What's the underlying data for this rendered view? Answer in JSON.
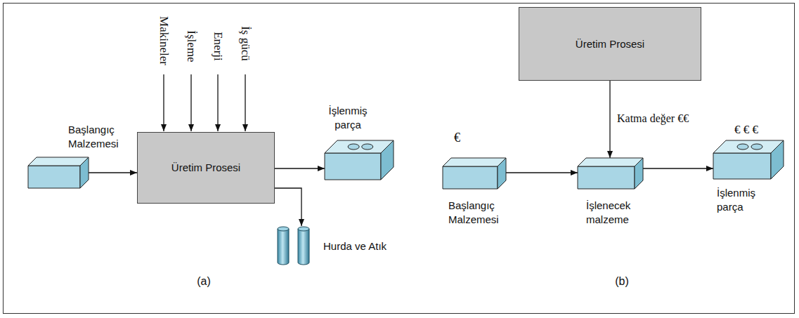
{
  "diagram": {
    "nodes": [
      {
        "text": [
          "Başlangıç Malzemesi"
        ]
      },
      {
        "text": [
          "Üretim Prosesi"
        ]
      },
      {
        "text": [
          "İşlenmiş parça"
        ]
      },
      {
        "text": [
          "Hurda ve Atık"
        ]
      },
      {
        "text": [
          "Üretim Prosesi"
        ]
      },
      {
        "text": [
          "€",
          "Başlangıç Malzemesi"
        ]
      },
      {
        "text": [
          "İşlenecek malzeme"
        ]
      },
      {
        "text": [
          "€ € €",
          "İşlenmiş parça"
        ]
      }
    ],
    "edges": [
      {
        "from": 0,
        "to": 1,
        "arrow": "to"
      },
      {
        "from": 1,
        "to": 2,
        "arrow": "to"
      },
      {
        "from": 1,
        "to": 3,
        "arrow": "to"
      },
      {
        "from": 4,
        "to": 6,
        "label": "Katma değer €€",
        "arrow": "to"
      },
      {
        "from": 5,
        "to": 6,
        "arrow": "to"
      },
      {
        "from": 6,
        "to": 7,
        "arrow": "to"
      }
    ],
    "labels": [
      "Makineler",
      "İşleme",
      "Enerji",
      "İş gücü",
      "(a)",
      "(b)"
    ]
  }
}
